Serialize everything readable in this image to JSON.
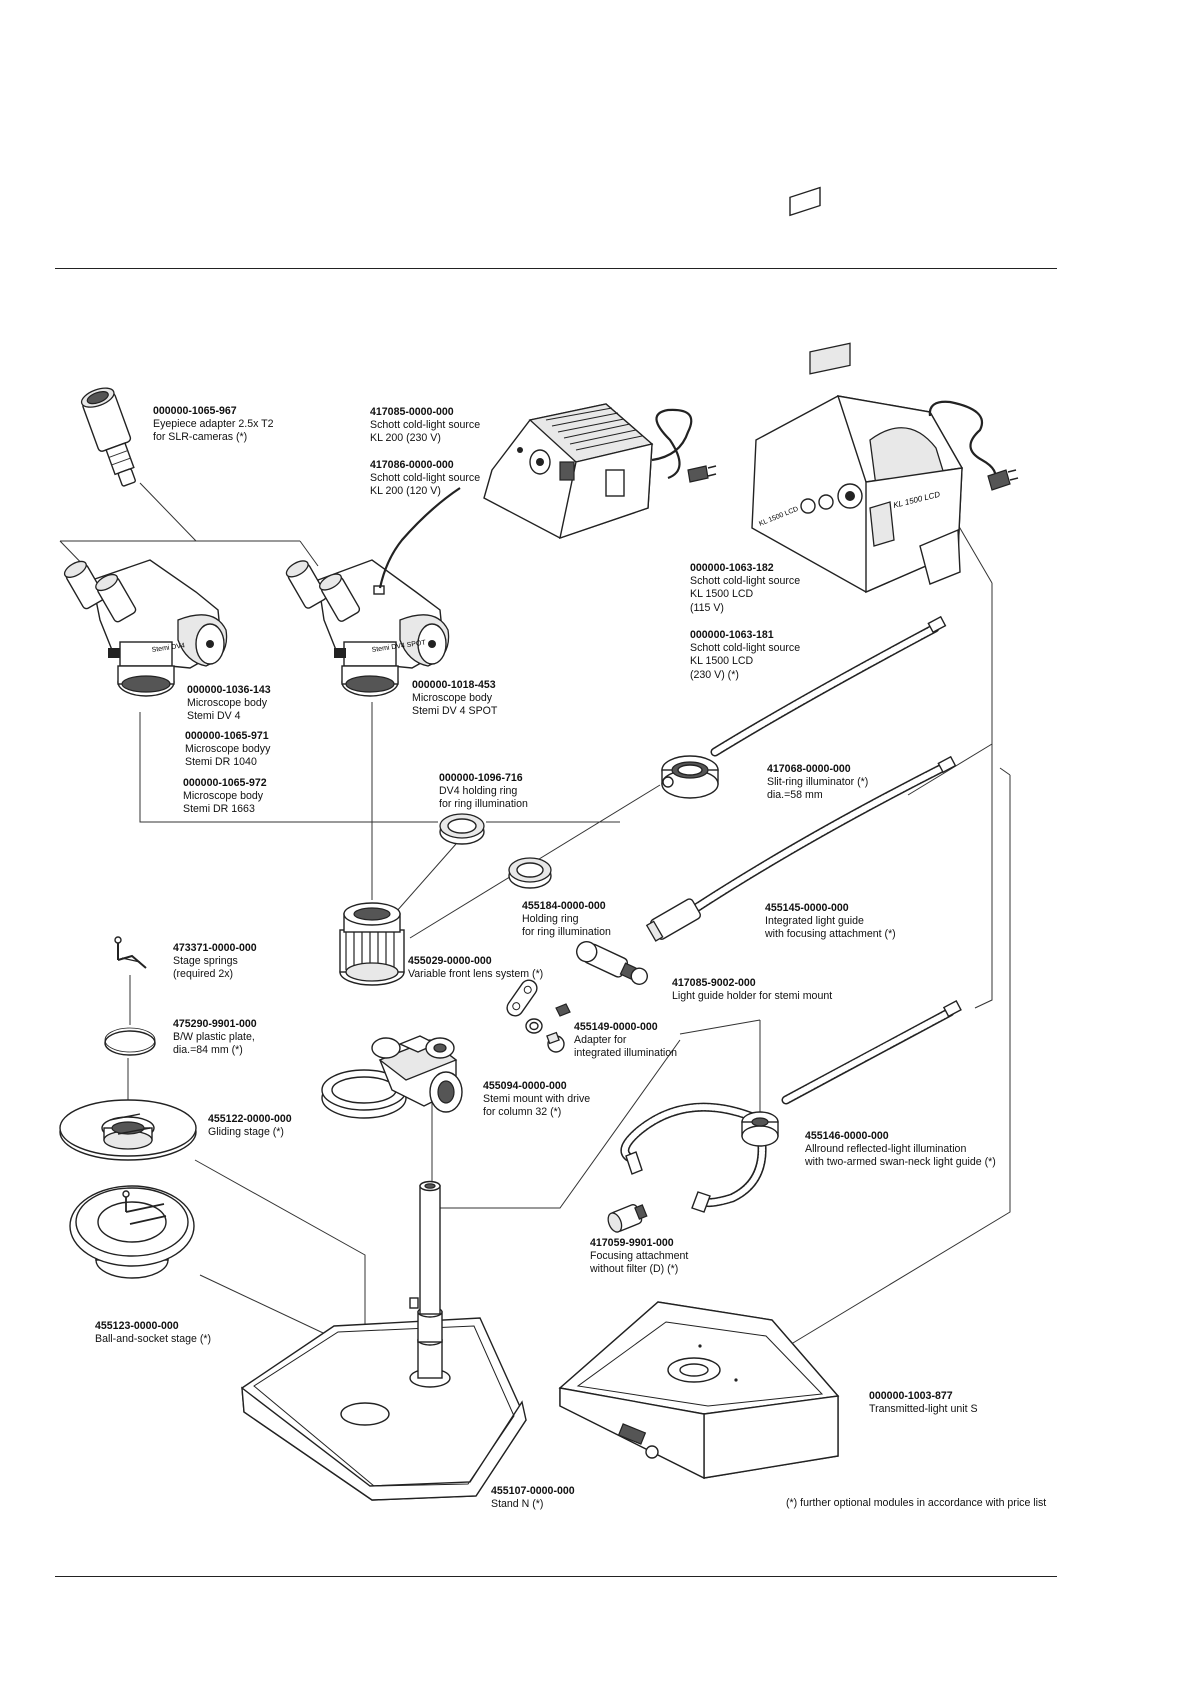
{
  "labels": {
    "eyepiece_adapter": {
      "part_number": "000000-1065-967",
      "lines": [
        "Eyepiece adapter 2.5x T2",
        "for SLR-cameras  (*)"
      ]
    },
    "kl200_230": {
      "part_number": "417085-0000-000",
      "lines": [
        "Schott cold-light source",
        "KL 200 (230 V)"
      ]
    },
    "kl200_120": {
      "part_number": "417086-0000-000",
      "lines": [
        "Schott cold-light source",
        "KL 200 (120 V)"
      ]
    },
    "kl1500_115": {
      "part_number": "000000-1063-182",
      "lines": [
        "Schott cold-light source",
        "KL 1500 LCD",
        "(115 V)"
      ]
    },
    "kl1500_230": {
      "part_number": "000000-1063-181",
      "lines": [
        "Schott cold-light source",
        "KL 1500 LCD",
        "(230 V)  (*)"
      ]
    },
    "body_dv4": {
      "part_number": "000000-1036-143",
      "lines": [
        "Microscope body",
        "Stemi DV 4"
      ]
    },
    "body_dr1040": {
      "part_number": "000000-1065-971",
      "lines": [
        "Microscope bodyy",
        "Stemi DR 1040"
      ]
    },
    "body_dr1663": {
      "part_number": "000000-1065-972",
      "lines": [
        "Microscope body",
        "Stemi DR 1663"
      ]
    },
    "body_dv4spot": {
      "part_number": "000000-1018-453",
      "lines": [
        "Microscope body",
        "Stemi DV 4 SPOT"
      ]
    },
    "dv4_holding_ring": {
      "part_number": "000000-1096-716",
      "lines": [
        "DV4 holding ring",
        "for ring illumination"
      ]
    },
    "slit_ring": {
      "part_number": "417068-0000-000",
      "lines": [
        "Slit-ring illuminator (*)",
        "dia.=58 mm"
      ]
    },
    "holding_ring": {
      "part_number": "455184-0000-000",
      "lines": [
        "Holding ring",
        "for ring illumination"
      ]
    },
    "integrated_light_guide": {
      "part_number": "455145-0000-000",
      "lines": [
        "Integrated light guide",
        "with focusing attachment (*)"
      ]
    },
    "stage_springs": {
      "part_number": "473371-0000-000",
      "lines": [
        "Stage springs",
        "(required 2x)"
      ]
    },
    "front_lens": {
      "part_number": "455029-0000-000",
      "lines": [
        "Variable front lens system (*)"
      ]
    },
    "light_guide_holder": {
      "part_number": "417085-9002-000",
      "lines": [
        "Light guide holder for stemi mount"
      ]
    },
    "plastic_plate": {
      "part_number": "475290-9901-000",
      "lines": [
        "B/W plastic plate,",
        "dia.=84 mm (*)"
      ]
    },
    "adapter_integrated": {
      "part_number": "455149-0000-000",
      "lines": [
        "Adapter for",
        "integrated illumination"
      ]
    },
    "stemi_mount": {
      "part_number": "455094-0000-000",
      "lines": [
        "Stemi mount with drive",
        "for column 32 (*)"
      ]
    },
    "gliding_stage": {
      "part_number": "455122-0000-000",
      "lines": [
        "Gliding stage (*)"
      ]
    },
    "allround": {
      "part_number": "455146-0000-000",
      "lines": [
        "Allround reflected-light illumination",
        "with two-armed swan-neck light guide (*)"
      ]
    },
    "focusing_attachment": {
      "part_number": "417059-9901-000",
      "lines": [
        "Focusing attachment",
        "without filter (D) (*)"
      ]
    },
    "ball_socket": {
      "part_number": "455123-0000-000",
      "lines": [
        "Ball-and-socket stage (*)"
      ]
    },
    "transmitted_unit": {
      "part_number": "000000-1003-877",
      "lines": [
        "Transmitted-light unit S"
      ]
    },
    "stand_n": {
      "part_number": "455107-0000-000",
      "lines": [
        "Stand N (*)"
      ]
    }
  },
  "footnote": "(*) further optional modules in accordance with price list",
  "product_marks": {
    "kl1500_face": "KL 1500 LCD",
    "kl1500_side": "KL 1500 LCD",
    "body_left": "Stemi DV4",
    "body_right": "Stemi DV4 SPOT"
  },
  "colors": {
    "ink": "#222222",
    "paper": "#ffffff",
    "shade": "#e8e8e8"
  }
}
